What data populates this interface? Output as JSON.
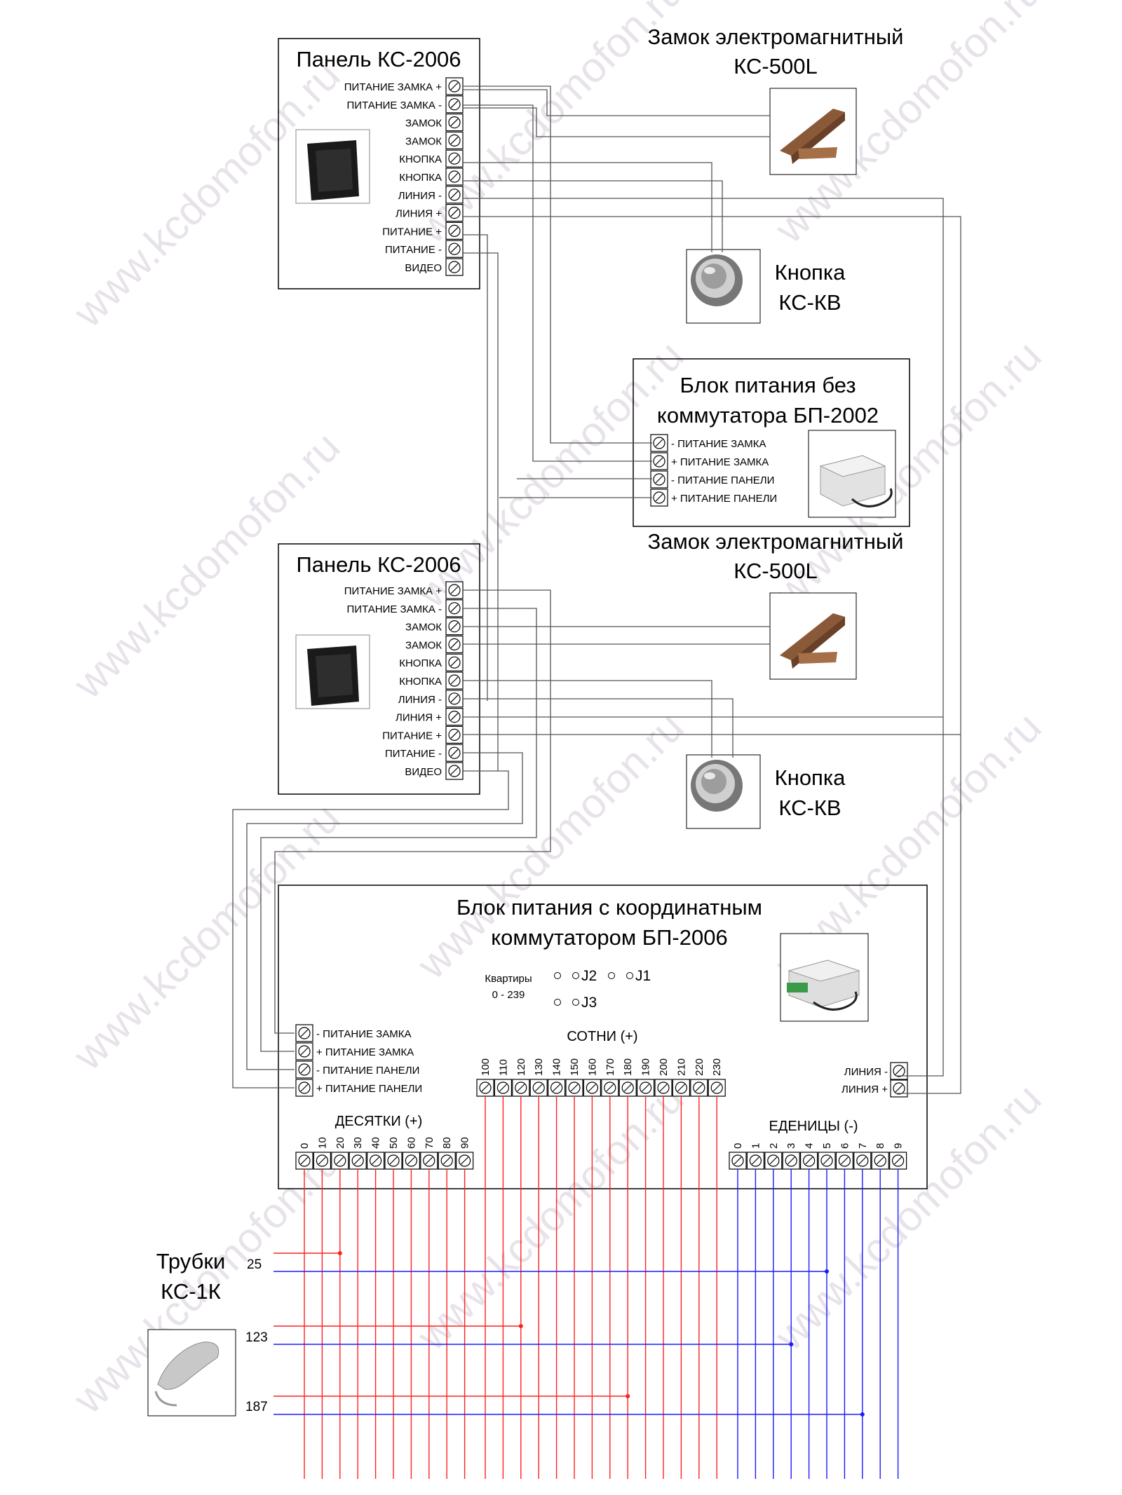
{
  "watermark": "www.kcdomofon.ru",
  "panel_top": {
    "title": "Панель КС-2006",
    "terminals": [
      "ПИТАНИЕ ЗАМКА  +",
      "ПИТАНИЕ ЗАМКА  -",
      "ЗАМОК",
      "ЗАМОК",
      "КНОПКА",
      "КНОПКА",
      "ЛИНИЯ  -",
      "ЛИНИЯ  +",
      "ПИТАНИЕ  +",
      "ПИТАНИЕ  -",
      "ВИДЕО"
    ]
  },
  "panel_bottom": {
    "title": "Панель КС-2006",
    "terminals": [
      "ПИТАНИЕ ЗАМКА  +",
      "ПИТАНИЕ ЗАМКА  -",
      "ЗАМОК",
      "ЗАМОК",
      "КНОПКА",
      "КНОПКА",
      "ЛИНИЯ  -",
      "ЛИНИЯ  +",
      "ПИТАНИЕ  +",
      "ПИТАНИЕ  -",
      "ВИДЕО"
    ]
  },
  "lock_top": {
    "line1": "Замок электромагнитный",
    "line2": "КС-500L"
  },
  "lock_bottom": {
    "line1": "Замок электромагнитный",
    "line2": "КС-500L"
  },
  "button_top": {
    "line1": "Кнопка",
    "line2": "КС-КВ"
  },
  "button_bottom": {
    "line1": "Кнопка",
    "line2": "КС-КВ"
  },
  "psu_small": {
    "line1": "Блок питания без",
    "line2": "коммутатора БП-2002",
    "terminals": [
      "- ПИТАНИЕ ЗАМКА",
      "+ ПИТАНИЕ ЗАМКА",
      "- ПИТАНИЕ ПАНЕЛИ",
      "+ ПИТАНИЕ ПАНЕЛИ"
    ]
  },
  "psu_main": {
    "line1": "Блок питания с координатным",
    "line2": "коммутатором БП-2006",
    "apartments_label": "Квартиры",
    "apartments_range": "0 - 239",
    "jumper_j1": "J1",
    "jumper_j2": "J2",
    "jumper_j3": "J3",
    "power_terminals": [
      "- ПИТАНИЕ ЗАМКА",
      "+ ПИТАНИЕ ЗАМКА",
      "- ПИТАНИЕ ПАНЕЛИ",
      "+ ПИТАНИЕ ПАНЕЛИ"
    ],
    "line_terminals": [
      "ЛИНИЯ -",
      "ЛИНИЯ +"
    ],
    "hundreds_label": "СОТНИ (+)",
    "hundreds": [
      "100",
      "110",
      "120",
      "130",
      "140",
      "150",
      "160",
      "170",
      "180",
      "190",
      "200",
      "210",
      "220",
      "230"
    ],
    "tens_label": "ДЕСЯТКИ (+)",
    "tens": [
      "0",
      "10",
      "20",
      "30",
      "40",
      "50",
      "60",
      "70",
      "80",
      "90"
    ],
    "units_label": "ЕДЕНИЦЫ (-)",
    "units": [
      "0",
      "1",
      "2",
      "3",
      "4",
      "5",
      "6",
      "7",
      "8",
      "9"
    ]
  },
  "handsets": {
    "line1": "Трубки",
    "line2": "КС-1К",
    "apartments": [
      "25",
      "123",
      "187"
    ]
  },
  "colors": {
    "plus_bus": "#ff2020",
    "minus_bus": "#1a1aff",
    "wire": "#555555"
  }
}
